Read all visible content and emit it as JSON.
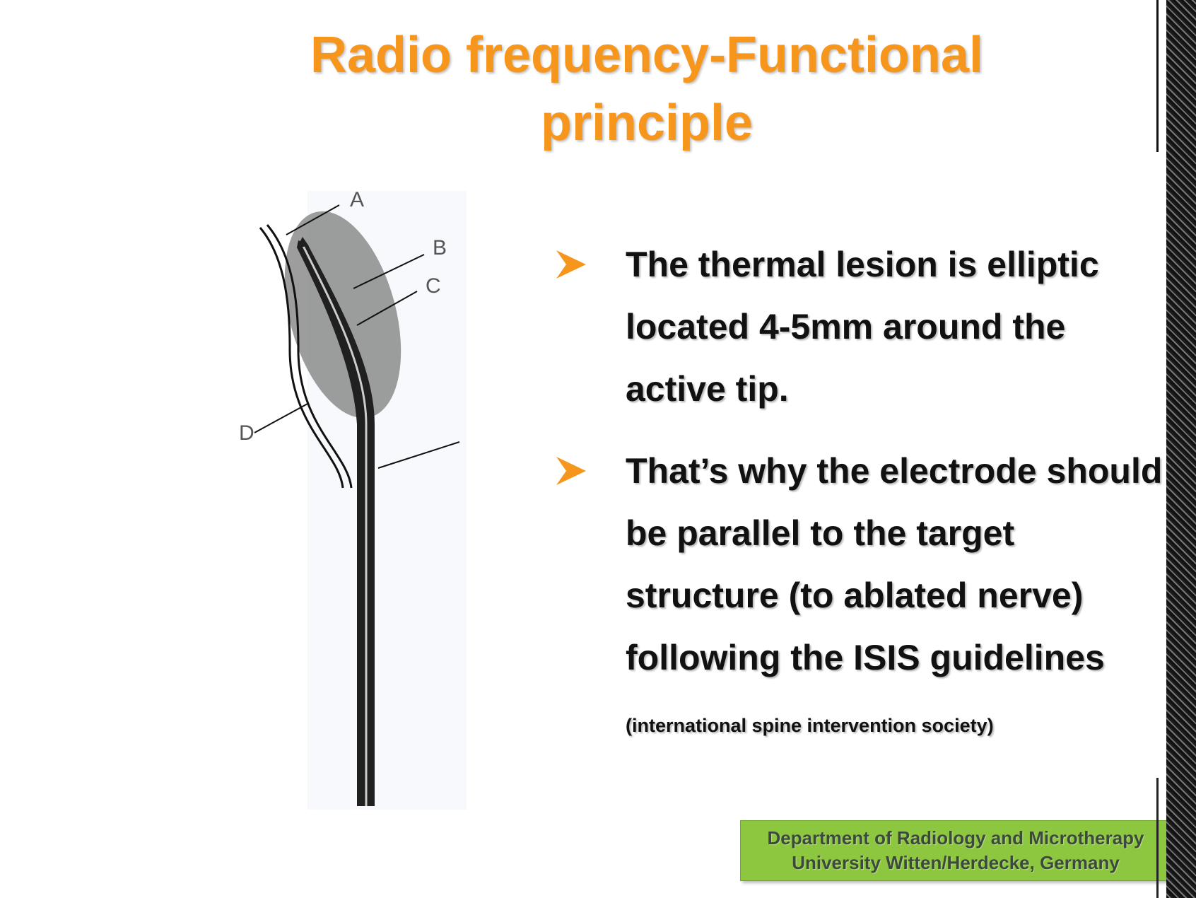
{
  "title": {
    "line1": "Radio frequency-Functional",
    "line2": "principle"
  },
  "figure": {
    "labels": [
      "A",
      "B",
      "C",
      "D"
    ]
  },
  "bullets": [
    {
      "icon": "arrow-bullet-icon",
      "text": "The thermal lesion is elliptic located 4-5mm around the active tip."
    },
    {
      "icon": "arrow-bullet-icon",
      "text": "That’s why the electrode should be parallel to the target structure (to ablated nerve) following the ISIS guidelines ",
      "small": "(international spine intervention society)"
    }
  ],
  "footer": {
    "line1": "Department of Radiology and Microtherapy",
    "line2": "University Witten/Herdecke, Germany"
  },
  "colors": {
    "title": "#f7961c",
    "bullet_arrow": "#f7961c",
    "footer_bg": "#8dc63f"
  }
}
